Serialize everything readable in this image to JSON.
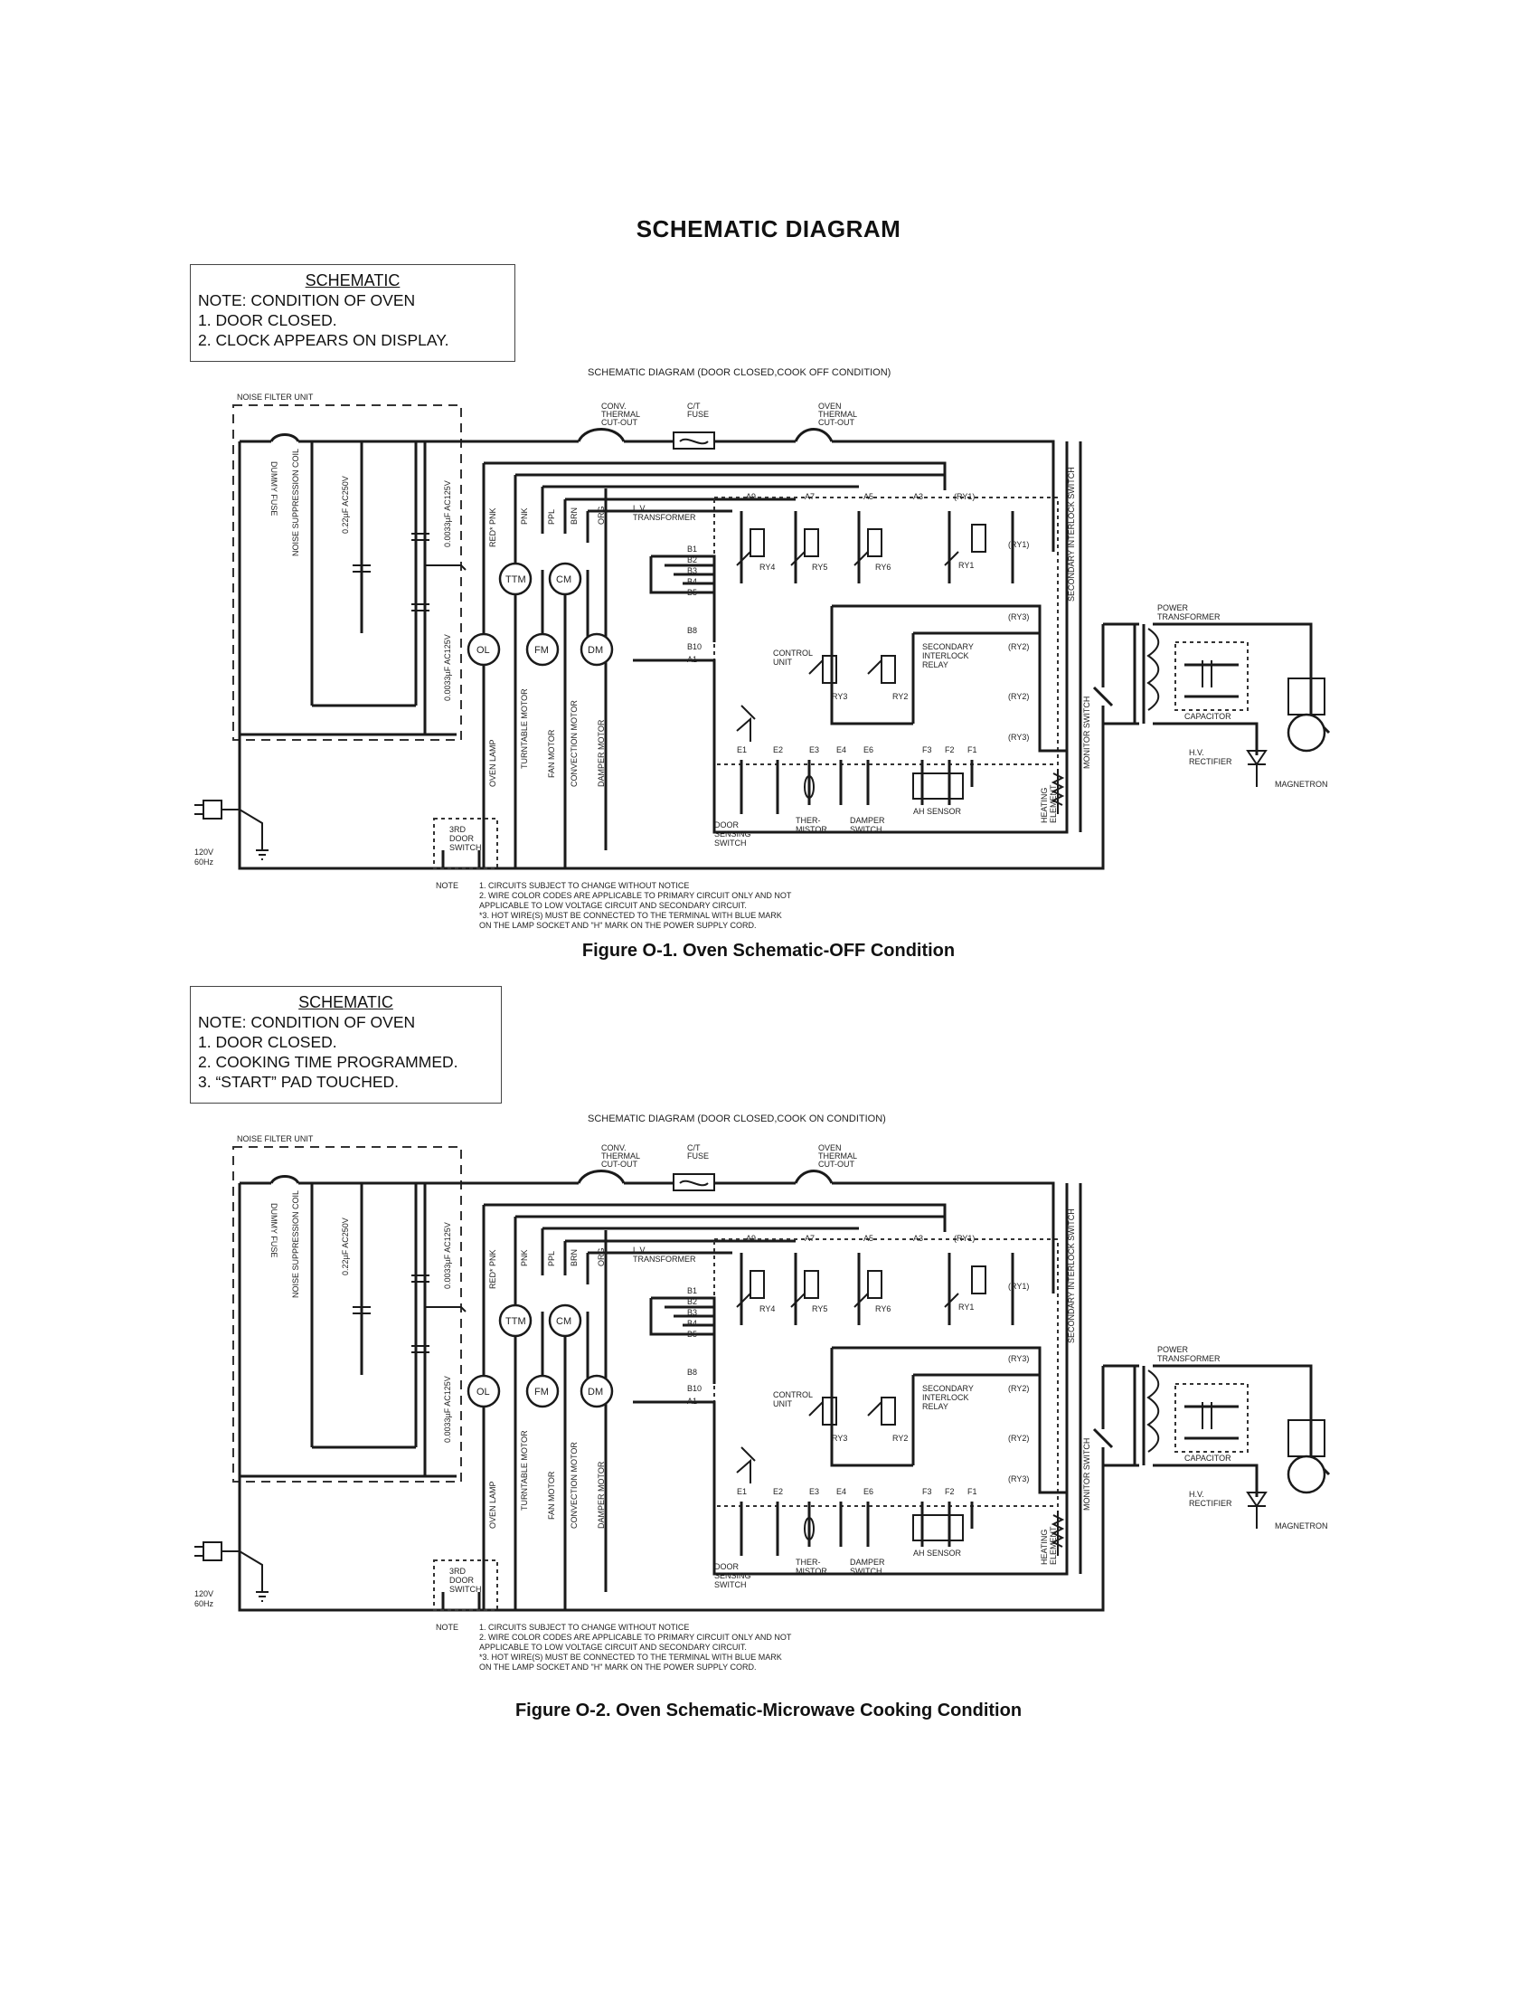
{
  "page_title": "SCHEMATIC DIAGRAM",
  "figures": [
    {
      "note": {
        "header": "SCHEMATIC",
        "intro": "NOTE: CONDITION OF OVEN",
        "lines": [
          "1.   DOOR CLOSED.",
          "2.   CLOCK APPEARS ON DISPLAY."
        ]
      },
      "subtitle": "SCHEMATIC DIAGRAM (DOOR CLOSED,COOK OFF CONDITION)",
      "caption": "Figure O-1. Oven Schematic-OFF Condition"
    },
    {
      "note": {
        "header": "SCHEMATIC",
        "intro": "NOTE: CONDITION OF OVEN",
        "lines": [
          "1.   DOOR CLOSED.",
          "2.   COOKING TIME PROGRAMMED.",
          "3.   “START” PAD TOUCHED."
        ]
      },
      "subtitle": "SCHEMATIC DIAGRAM (DOOR CLOSED,COOK ON CONDITION)",
      "caption": "Figure O-2. Oven Schematic-Microwave Cooking Condition"
    }
  ],
  "labels": {
    "noise_filter_unit": "NOISE FILTER UNIT",
    "dummy_fuse": "DUMMY FUSE",
    "noise_coil": "NOISE SUPPRESSION COIL",
    "cap_a": "0.22µF AC250V",
    "cap_b": "0.0033µF AC125V",
    "cap_c": "0.0033µF AC125V",
    "supply_line1": "120V",
    "supply_line2": "60Hz",
    "conv_cutout": [
      "CONV.",
      "THERMAL",
      "CUT-OUT"
    ],
    "ct_fuse": [
      "C/T",
      "FUSE"
    ],
    "oven_cutout": [
      "OVEN",
      "THERMAL",
      "CUT-OUT"
    ],
    "wire_red": "RED* PNK",
    "wire_pnk": "PNK",
    "wire_ppl": "PPL",
    "wire_brn": "BRN",
    "wire_orn": "ORG",
    "lv_transformer": [
      "L.V.",
      "TRANSFORMER"
    ],
    "control_unit": [
      "CONTROL",
      "UNIT"
    ],
    "secondary_relay": [
      "SECONDARY",
      "INTERLOCK",
      "RELAY"
    ],
    "secondary_switch": "SECONDARY INTERLOCK SWITCH",
    "monitor_switch": "MONITOR SWITCH",
    "power_transformer": [
      "POWER",
      "TRANSFORMER"
    ],
    "capacitor": "CAPACITOR",
    "hv_rectifier": [
      "H.V.",
      "RECTIFIER"
    ],
    "magnetron": "MAGNETRON",
    "heating_element": [
      "HEATING",
      "ELEMENT"
    ],
    "oven_lamp": "OVEN LAMP",
    "turntable_motor": "TURNTABLE MOTOR",
    "fan_motor": "FAN MOTOR",
    "convection_motor": "CONVECTION MOTOR",
    "damper_motor": "DAMPER MOTOR",
    "door_sensing": [
      "DOOR",
      "SENSING",
      "SWITCH"
    ],
    "thermistor": [
      "THER-",
      "MISTOR"
    ],
    "damper_switch": [
      "DAMPER",
      "SWITCH"
    ],
    "ah_sensor": "AH SENSOR",
    "third_door": [
      "3RD",
      "DOOR",
      "SWITCH"
    ],
    "components": [
      "OL",
      "TTM",
      "FM",
      "CM",
      "DM"
    ],
    "relays": [
      "RY4",
      "RY5",
      "RY6",
      "RY1",
      "RY3",
      "RY2"
    ],
    "terminals_top": [
      "A9",
      "A7",
      "A5",
      "A3",
      "(RY1)"
    ],
    "terminals_side": [
      "(RY1)",
      "(RY3)",
      "(RY2)",
      "(RY2)",
      "(RY3)"
    ],
    "terminals_bottom": [
      "E1",
      "E2",
      "E3",
      "E4",
      "E6",
      "F3",
      "F2",
      "F1"
    ],
    "terminals_lv": [
      "B1",
      "B2",
      "B3",
      "B4",
      "B5",
      "B8",
      "B10",
      "A1"
    ],
    "notes_label": "NOTE",
    "notes": [
      "1.   CIRCUITS SUBJECT TO CHANGE WITHOUT NOTICE",
      "2.   WIRE COLOR CODES ARE APPLICABLE TO PRIMARY CIRCUIT ONLY AND NOT",
      "      APPLICABLE TO LOW VOLTAGE CIRCUIT AND SECONDARY CIRCUIT.",
      "*3.  HOT WIRE(S) MUST BE CONNECTED TO THE TERMINAL WITH BLUE MARK",
      "      ON THE LAMP SOCKET AND \"H\" MARK ON THE POWER SUPPLY CORD."
    ]
  }
}
